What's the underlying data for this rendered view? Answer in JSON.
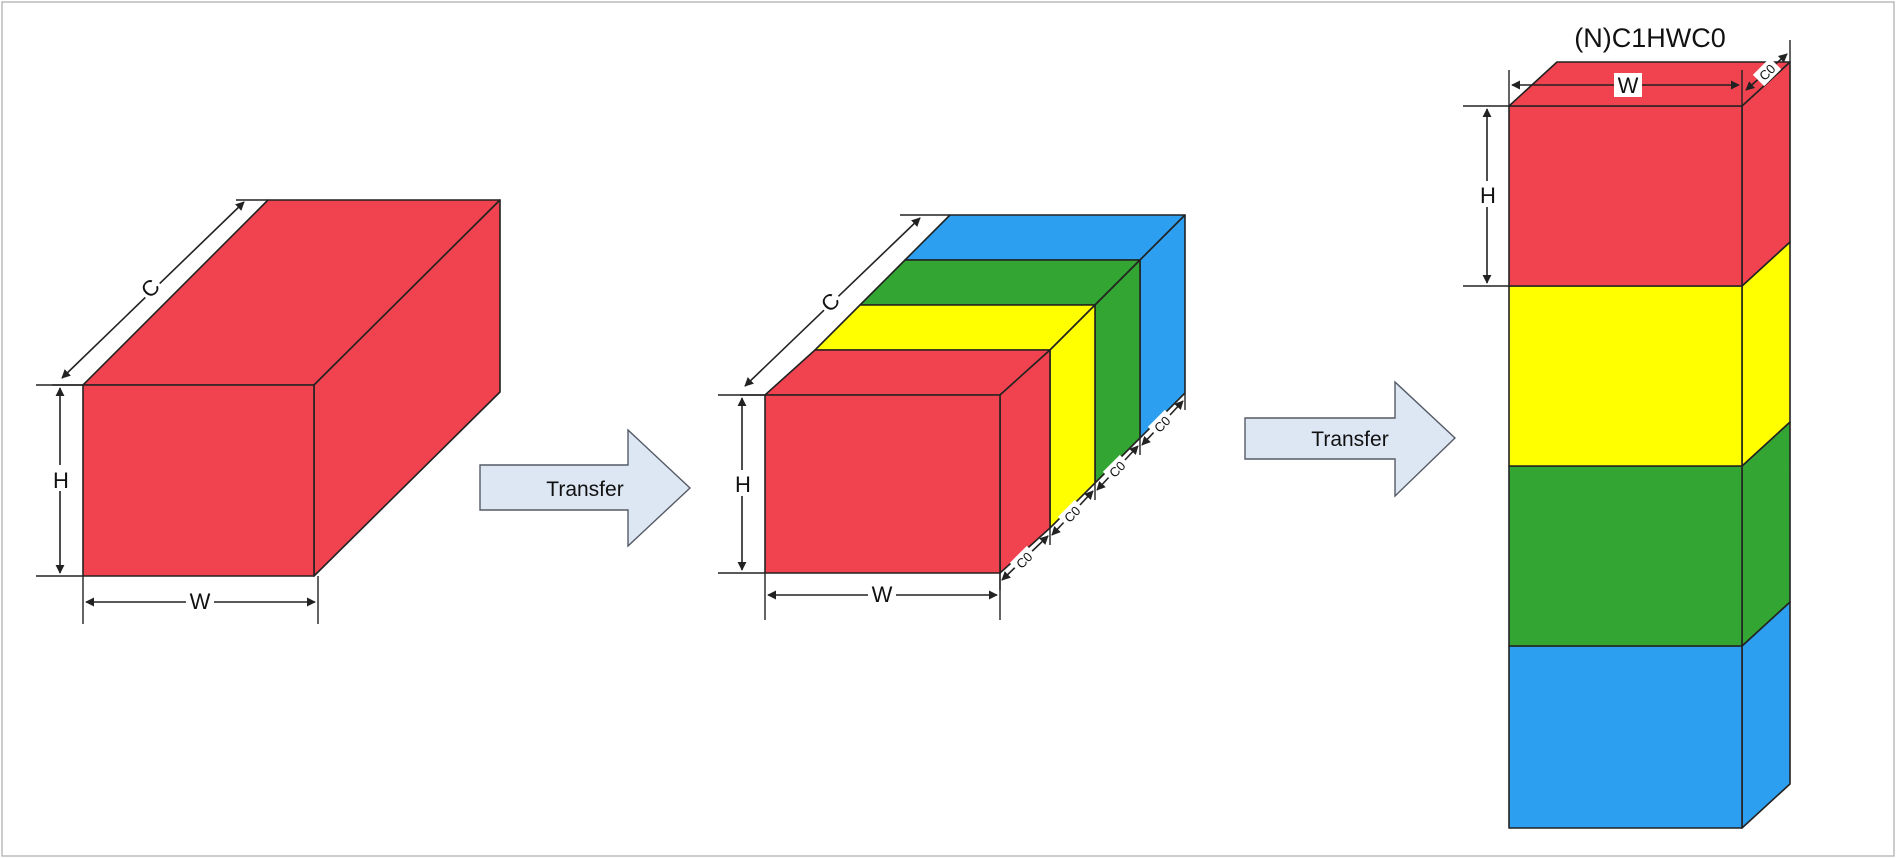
{
  "colors": {
    "red": "#f0434f",
    "yellow": "#ffff00",
    "green": "#33a532",
    "blue": "#2d9ff0",
    "arrow_fill": "#dde6f3",
    "frame": "#bbbbbb"
  },
  "nchw": {
    "c_label": "C",
    "h_label": "H",
    "w_label": "W"
  },
  "arrow1": {
    "label": "Transfer"
  },
  "split": {
    "c_label": "C",
    "h_label": "H",
    "w_label": "W",
    "c0_labels": [
      "C0",
      "C0",
      "C0",
      "C0"
    ],
    "slice_colors": [
      "red",
      "yellow",
      "green",
      "blue"
    ]
  },
  "arrow2": {
    "label": "Transfer"
  },
  "nc1hwc0": {
    "title": "(N)C1HWC0",
    "w_label": "W",
    "c0_label": "C0",
    "h_label": "H",
    "stack_colors": [
      "red",
      "yellow",
      "green",
      "blue"
    ]
  }
}
